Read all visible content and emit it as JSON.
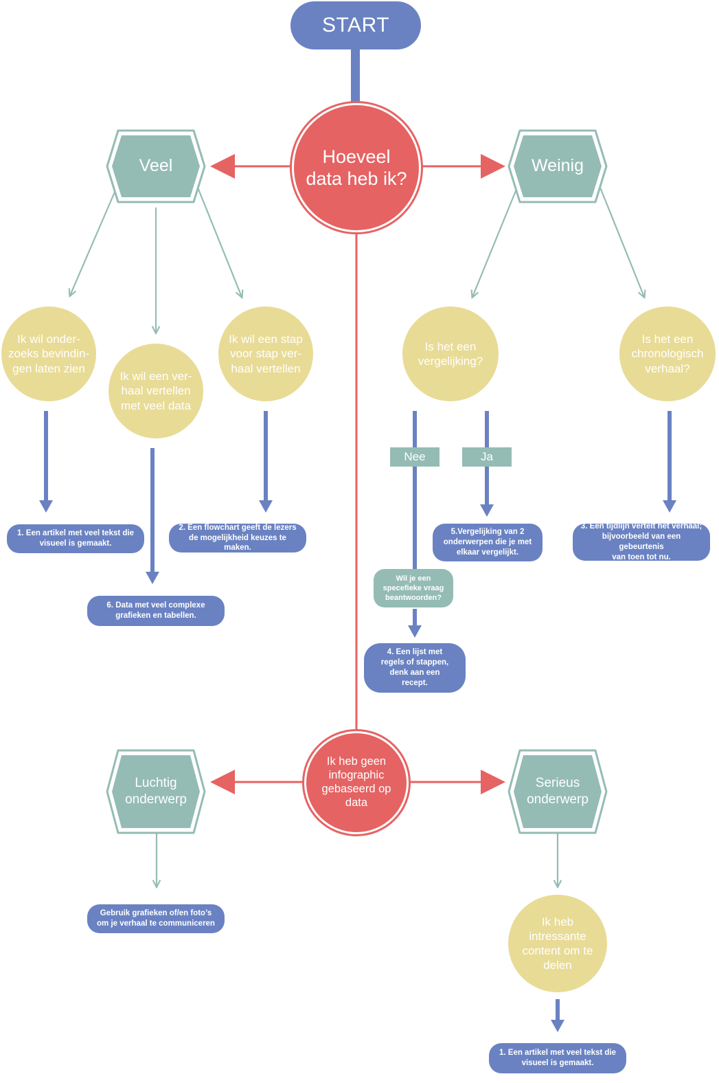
{
  "colors": {
    "blue": "#6a82c2",
    "red": "#e56363",
    "teal": "#94bcb4",
    "yellow": "#e8db96"
  },
  "start": "START",
  "question_main": "Hoeveel\ndata heb ik?",
  "branch_left": "Veel",
  "branch_right": "Weinig",
  "veel_options": {
    "a": "Ik wil onder-\nzoeks bevindin-\ngen laten zien",
    "b": "Ik wil een ver-\nhaal vertellen\nmet veel data",
    "c": "Ik wil een stap\nvoor stap ver-\nhaal vertellen"
  },
  "weinig_questions": {
    "vergelijking": "Is het een\nvergelijking?",
    "chronologisch": "Is het een\nchronologisch\nverhaal?"
  },
  "labels": {
    "nee": "Nee",
    "ja": "Ja"
  },
  "question_specific": "Wil je een\nspecefieke vraag\nbeantwoorden?",
  "results": {
    "r1": "1. Een artikel met veel tekst die\nvisueel is gemaakt.",
    "r2": "2. Een flowchart geeft de lezers\nde mogelijkheid keuzes te maken.",
    "r3": "3. Een tijdlijn vertelt het verhaal;\nbijvoorbeeld van een gebeurtenis\nvan toen tot nu.",
    "r4": "4. Een lijst met\nregels of stappen,\ndenk aan een\nrecept.",
    "r5": "5.Vergelijking van 2\nonderwerpen die je met\nelkaar vergelijkt.",
    "r6": "6. Data met veel complexe\ngrafieken en tabellen.",
    "luchtig_result": "Gebruik grafieken of/en foto’s\nom je verhaal te communiceren",
    "serieus_result": "1. Een artikel met veel tekst die\nvisueel is gemaakt."
  },
  "no_data": "Ik heb geen\ninfographic\ngebaseerd op\ndata",
  "topic_left": "Luchtig\nonderwerp",
  "topic_right": "Serieus\nonderwerp",
  "interesting_content": "Ik heb\nintressante\ncontent om te\ndelen"
}
